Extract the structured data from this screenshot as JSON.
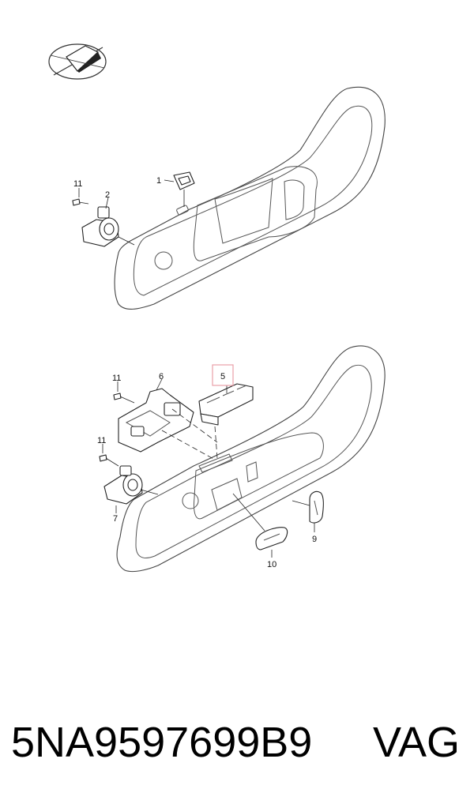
{
  "callouts": {
    "c1": "1",
    "c2": "2",
    "c5": "5",
    "c6": "6",
    "c7": "7",
    "c9": "9",
    "c10": "10",
    "c11a": "11",
    "c11b": "11",
    "c11c": "11"
  },
  "highlight_color": "#e8a0a8",
  "caption": {
    "part_number": "5NA9597699B9",
    "brand": "VAG"
  }
}
